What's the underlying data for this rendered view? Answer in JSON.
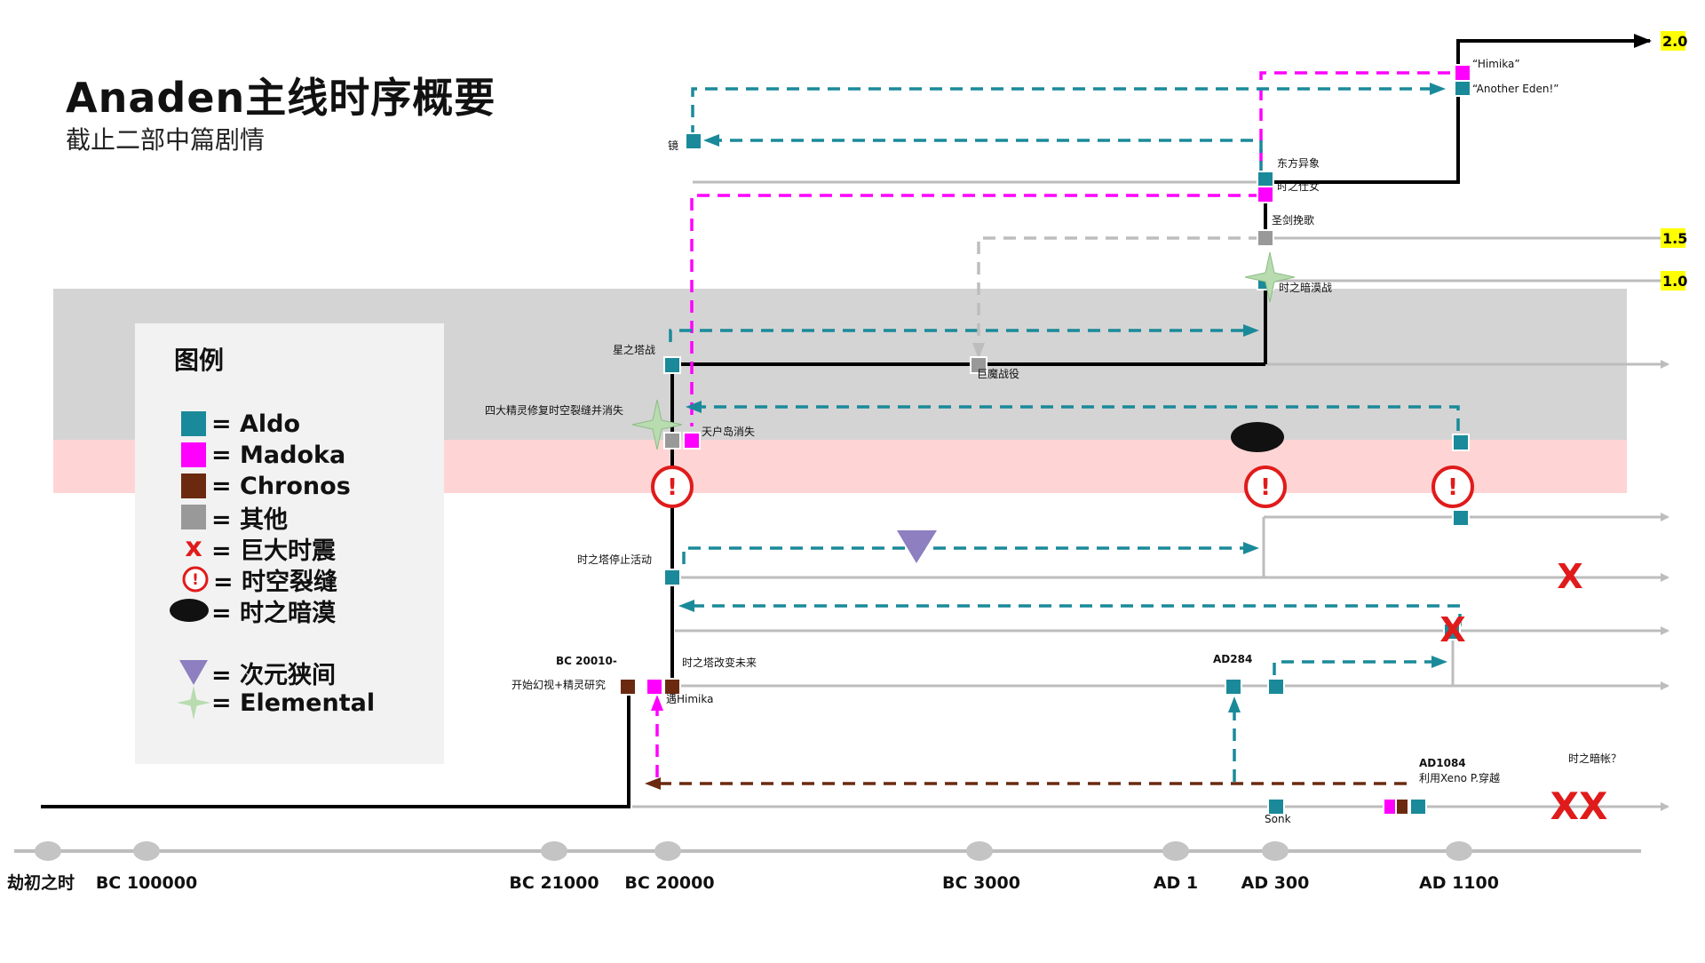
{
  "title": "Anaden主线时序概要",
  "subtitle": "截止二部中篇剧情",
  "legend": {
    "heading": "图例",
    "items": [
      {
        "label": "= Aldo",
        "symbol": "square",
        "color": "#1a8a9a"
      },
      {
        "label": "= Madoka",
        "symbol": "square",
        "color": "#ff00ff"
      },
      {
        "label": "= Chronos",
        "symbol": "square",
        "color": "#6b2a10"
      },
      {
        "label": "= 其他",
        "symbol": "square",
        "color": "#999999"
      },
      {
        "label": "= 巨大时震",
        "symbol": "x-mark",
        "color": "#e01b1b"
      },
      {
        "label": "= 时空裂缝",
        "symbol": "rift",
        "color": "#e01b1b"
      },
      {
        "label": "= 时之暗漠",
        "symbol": "dark-ellipse",
        "color": "#111111"
      },
      {
        "label": "= 次元狭间",
        "symbol": "triangle",
        "color": "#8d7fc0"
      },
      {
        "label": "= Elemental",
        "symbol": "star",
        "color": "#a8d0a0"
      }
    ]
  },
  "axis_labels": [
    "劫初之时",
    "BC 100000",
    "BC 21000",
    "BC 20000",
    "BC 3000",
    "AD 1",
    "AD 300",
    "AD 1100"
  ],
  "version_labels": [
    "2.0",
    "1.5",
    "1.0"
  ],
  "event_labels": {
    "himika_quote": "“Himika”",
    "another_eden": "“Another Eden!”",
    "mirror": "镜",
    "east_anomaly": "东方异象",
    "time_maiden": "时之仕女",
    "holy_sword": "圣剑挽歌",
    "dark_desert_battle": "时之暗漠战",
    "star_tower_battle": "星之塔战",
    "giant_demon_battle": "巨魔战役",
    "four_spirits": "四大精灵修复时空裂缝并消失",
    "sky_island_vanish": "天户岛消失",
    "tower_stop": "时之塔停止活动",
    "bc20010": "BC 20010-",
    "research": "开始幻视+精灵研究",
    "tower_change": "时之塔改变未来",
    "meet_himika": "遇Himika",
    "ad284": "AD284",
    "ad1084": "AD1084",
    "xeno": "利用Xeno P.穿越",
    "dark_curtain": "时之暗帐？",
    "sonk": "Sonk"
  },
  "colors": {
    "aldo": "#1a8a9a",
    "madoka": "#ff00ff",
    "chronos": "#6b2a10",
    "other": "#999999",
    "line_gray": "#bdbdbd",
    "band_gray": "#d4d4d4",
    "band_pink": "#ffd4d4",
    "quake_red": "#e01b1b",
    "version_yellow": "#ffff00"
  }
}
